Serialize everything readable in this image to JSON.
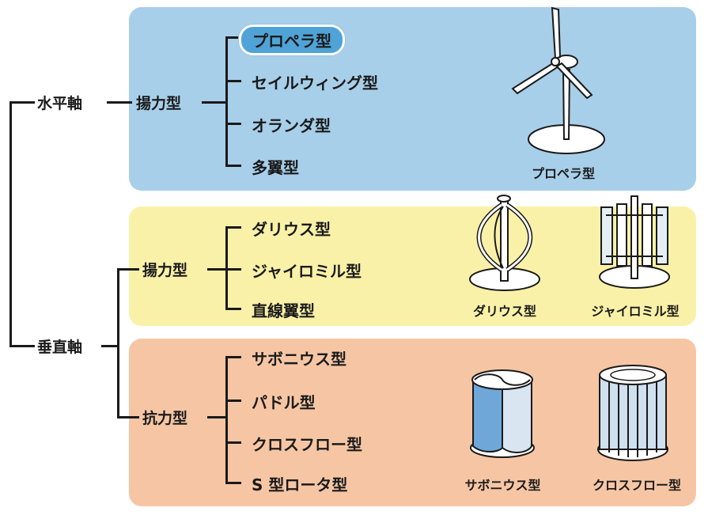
{
  "axes": {
    "horizontal": "水平軸",
    "vertical": "垂直軸"
  },
  "horizontal": {
    "category": "揚力型",
    "items": [
      "プロペラ型",
      "セイルウィング型",
      "オランダ型",
      "多翼型"
    ],
    "highlighted_item": "プロペラ型",
    "illustration_caption": "プロペラ型"
  },
  "vertical_lift": {
    "category": "揚力型",
    "items": [
      "ダリウス型",
      "ジャイロミル型",
      "直線翼型"
    ],
    "illustration_captions": [
      "ダリウス型",
      "ジャイロミル型"
    ]
  },
  "vertical_drag": {
    "category": "抗力型",
    "items": [
      "サボニウス型",
      "パドル型",
      "クロスフロー型",
      "S 型ロータ型"
    ],
    "illustration_captions": [
      "サボニウス型",
      "クロスフロー型"
    ]
  },
  "colors": {
    "horizontal_panel": "#a8cfe9",
    "vertical_lift_panel": "#faf1a8",
    "vertical_drag_panel": "#f6c6a4",
    "highlight": "#4fa3d6"
  },
  "icons": [
    "propeller-turbine-icon",
    "darrieus-turbine-icon",
    "gyromill-turbine-icon",
    "savonius-turbine-icon",
    "crossflow-turbine-icon"
  ]
}
